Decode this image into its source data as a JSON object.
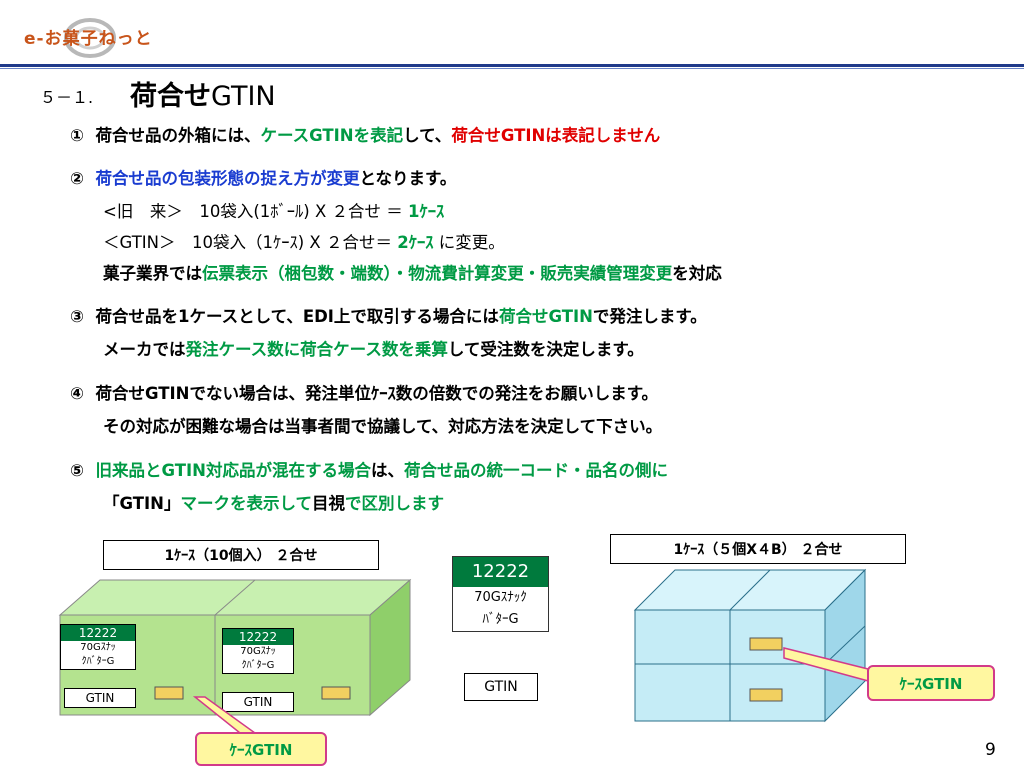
{
  "header": {
    "logo_text": "e-お菓子ねっと"
  },
  "title": {
    "number": "５－１.",
    "main": "荷合せ",
    "suffix": "GTIN"
  },
  "items": {
    "i1": {
      "n": "①",
      "a": "荷合せ品の外箱には、",
      "b": "ケースGTINを表記",
      "c": "して、",
      "d": "荷合せGTINは表記しません"
    },
    "i2": {
      "n": "②",
      "a": "荷合せ品の包装形態の捉え方が変更",
      "b": "となります。",
      "old_a": "<旧　来＞　10袋入(1ﾎﾞｰﾙ) X ２合せ ＝ ",
      "old_b": "1ｹｰｽ",
      "new_a": "＜GTIN＞　10袋入（1ｹｰｽ) X ２合せ＝ ",
      "new_b": "2ｹｰｽ",
      "new_c": " に変更。",
      "ind_a": "菓子業界では",
      "ind_b": "伝票表示（梱包数・端数）・物流費計算変更・販売実績管理変更",
      "ind_c": "を対応"
    },
    "i3": {
      "n": "③",
      "a": "荷合せ品を1ケースとして、EDI上で取引する場合には",
      "b": "荷合せGTIN",
      "c": "で発注します。",
      "l2a": "メーカでは",
      "l2b": "発注ケース数に荷合ケース数を乗算",
      "l2c": "して受注数を決定します。"
    },
    "i4": {
      "n": "④",
      "a": "荷合せGTINでない場合は、発注単位ｹｰｽ数の倍数での発注をお願いします。",
      "l2": "その対応が困難な場合は当事者間で協議して、対応方法を決定して下さい。"
    },
    "i5": {
      "n": "⑤",
      "a": "旧来品とGTIN対応品が混在する場合",
      "b": "は、",
      "c": "荷合せ品の統一コード・品名の側に",
      "l2a": "「GTIN」",
      "l2b": "マークを表示して",
      "l2c": "目視",
      "l2d": "で区別します"
    }
  },
  "diagram": {
    "left_title": "1ｹｰｽ（10個入） ２合せ",
    "right_title": "1ｹｰｽ（５個X４B） ２合せ",
    "label_code": "12222",
    "label_name_1": "70Gｽﾅｯｸ",
    "label_name_2": "ﾊﾞﾀｰG",
    "small_name_1": "70Gｽﾅｯ",
    "small_name_2": "ｸﾊﾞﾀｰG",
    "gtin_mark": "GTIN",
    "callout": "ｹｰｽGTIN"
  },
  "page_number": "9",
  "colors": {
    "green": "#009a44",
    "red": "#e00000",
    "blue": "#1a3cd0",
    "navy": "#1f3a8a",
    "callout_border": "#d23a8a"
  }
}
